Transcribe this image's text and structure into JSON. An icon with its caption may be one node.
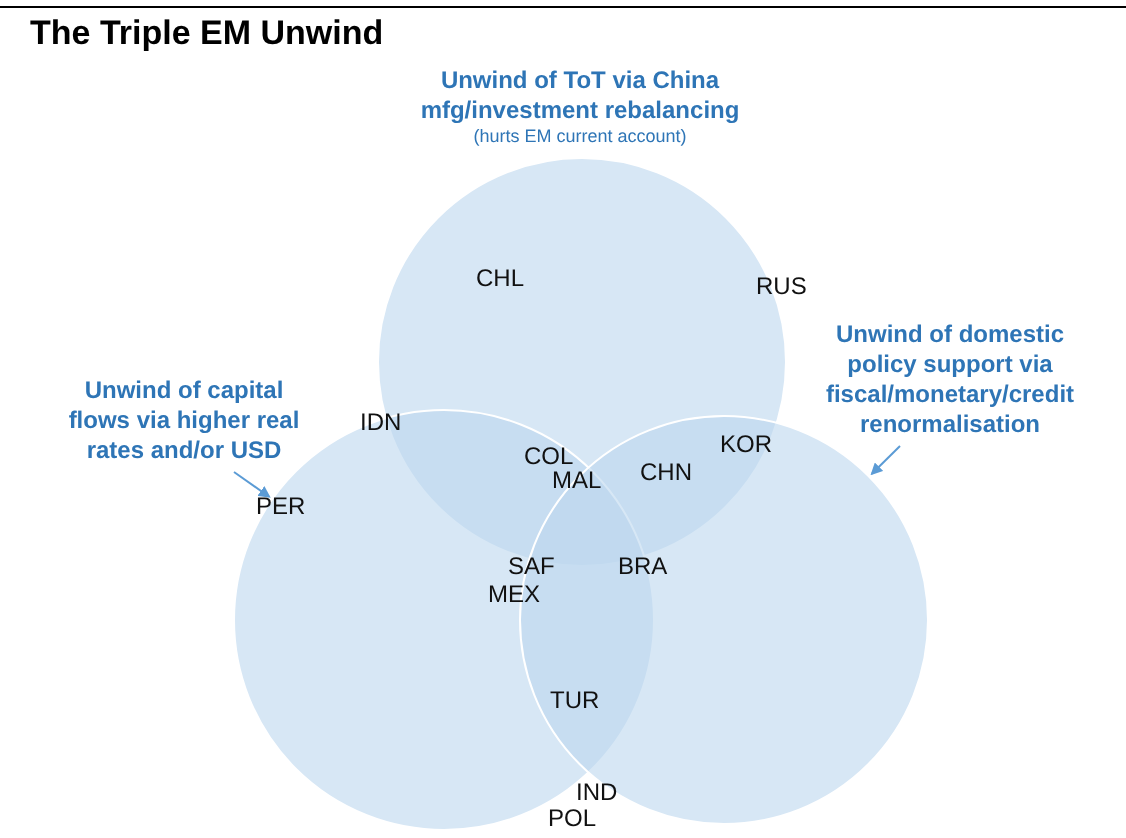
{
  "diagram": {
    "title": "The Triple EM Unwind",
    "nodes": [
      {
        "text": [],
        "shape": "circle"
      },
      {
        "text": [],
        "shape": "circle"
      },
      {
        "text": [],
        "shape": "circle"
      },
      {
        "text": [
          "Unwind of capital flows via higher real rates and/or USD"
        ]
      },
      {
        "text": [
          "Unwind of domestic policy support via fiscal/monetary/credit renormalisation"
        ]
      }
    ],
    "edges": [
      {
        "from": 3,
        "to": 1,
        "arrow": "to"
      },
      {
        "from": 4,
        "to": 2,
        "arrow": "to"
      }
    ],
    "labels": [
      "Unwind of ToT via China mfg/investment rebalancing",
      "(hurts EM current account)",
      "CHL",
      "RUS",
      "IDN",
      "COL",
      "KOR",
      "MAL",
      "CHN",
      "PER",
      "SAF",
      "BRA",
      "MEX",
      "TUR",
      "IND",
      "POL"
    ]
  }
}
